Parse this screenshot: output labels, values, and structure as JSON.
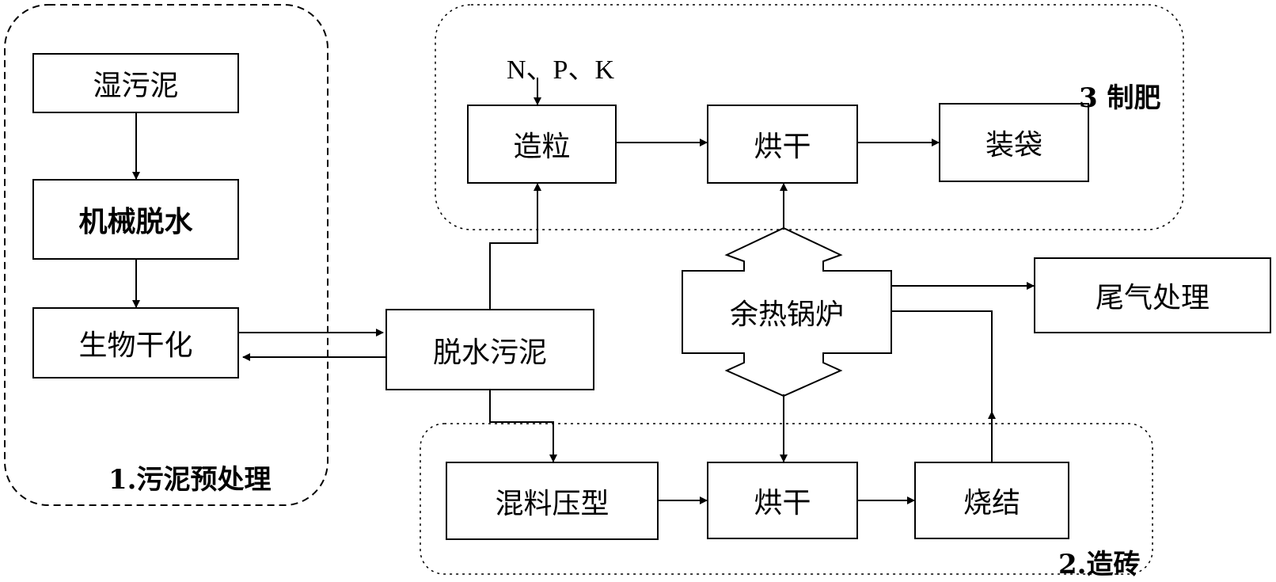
{
  "groups": {
    "pretreatment": "1.污泥预处理",
    "fertilizer": "3 制肥",
    "brick": "2.造砖"
  },
  "nodes": {
    "wet_sludge": "湿污泥",
    "mech_dewater": "机械脱水",
    "bio_drying": "生物干化",
    "dewatered_sludge": "脱水污泥",
    "granulation": "造粒",
    "drying_top": "烘干",
    "bagging": "装袋",
    "waste_heat_boiler": "余热锅炉",
    "exhaust_treatment": "尾气处理",
    "mix_press": "混料压型",
    "drying_bottom": "烘干",
    "sintering": "烧结"
  },
  "inputs": {
    "nutrients": "N、P、K"
  }
}
